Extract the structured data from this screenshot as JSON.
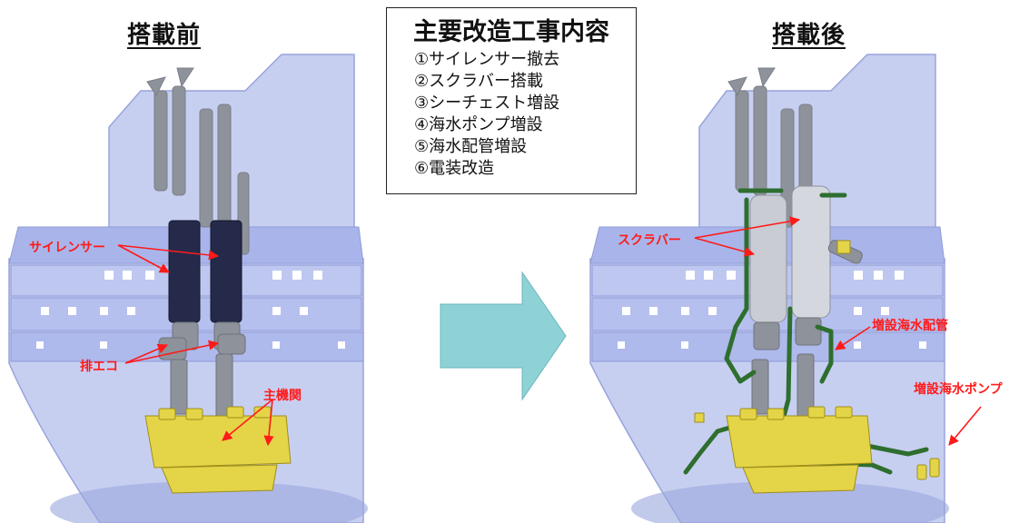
{
  "titles": {
    "before": "搭載前",
    "after": "搭載後"
  },
  "modifications": {
    "heading": "主要改造工事内容",
    "items": [
      "①サイレンサー撤去",
      "②スクラバー搭載",
      "③シーチェスト増設",
      "④海水ポンプ増設",
      "⑤海水配管増設",
      "⑥電装改造"
    ]
  },
  "labels": {
    "silencer": "サイレンサー",
    "exhaust_eco": "排エコ",
    "main_engine": "主機関",
    "scrubber": "スクラバー",
    "seawater_piping": "増設海水配管",
    "seawater_pump": "増設海水ポンプ"
  },
  "colors": {
    "hull": "#b8c2ee",
    "hull_dark": "#9aa8e2",
    "pipe": "#8c8f98",
    "silencer": "#252a4a",
    "engine": "#e6d64a",
    "green_pipe": "#2e6e2e",
    "arrow": "#8fd2d6",
    "label": "#ff1a1a"
  }
}
